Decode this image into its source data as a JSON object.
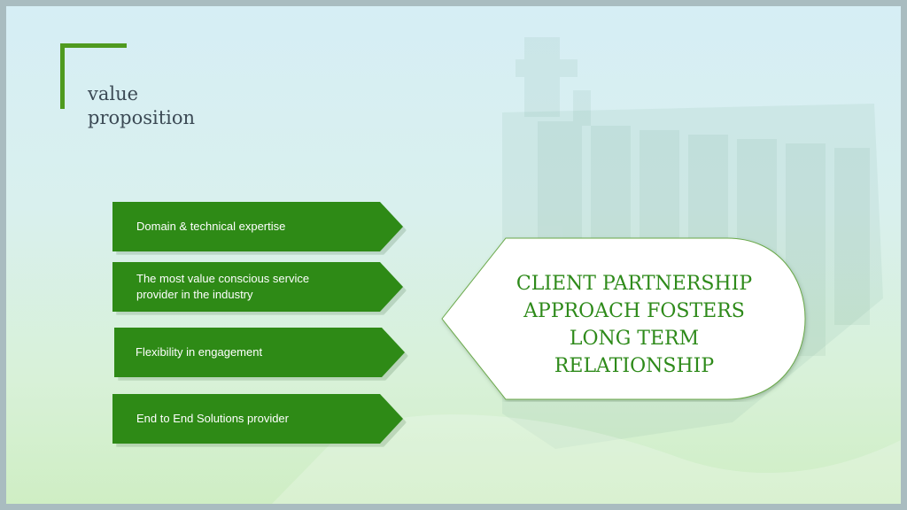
{
  "title": {
    "line1": "value",
    "line2": "proposition"
  },
  "value_points": [
    {
      "label": "Domain & technical expertise"
    },
    {
      "label_line1": "The most value conscious service",
      "label_line2": "provider in the industry"
    },
    {
      "label": "Flexibility in engagement"
    },
    {
      "label": "End to End Solutions provider"
    }
  ],
  "callout": {
    "line1": "CLIENT PARTNERSHIP",
    "line2": "APPROACH FOSTERS",
    "line3": "LONG TERM",
    "line4": "RELATIONSHIP"
  },
  "colors": {
    "accent_green": "#2e8a16",
    "bracket_green": "#4f9a1f",
    "callout_text": "#2e8a1a",
    "title_text": "#3c4a55"
  },
  "background_image": "container-ship-photo"
}
